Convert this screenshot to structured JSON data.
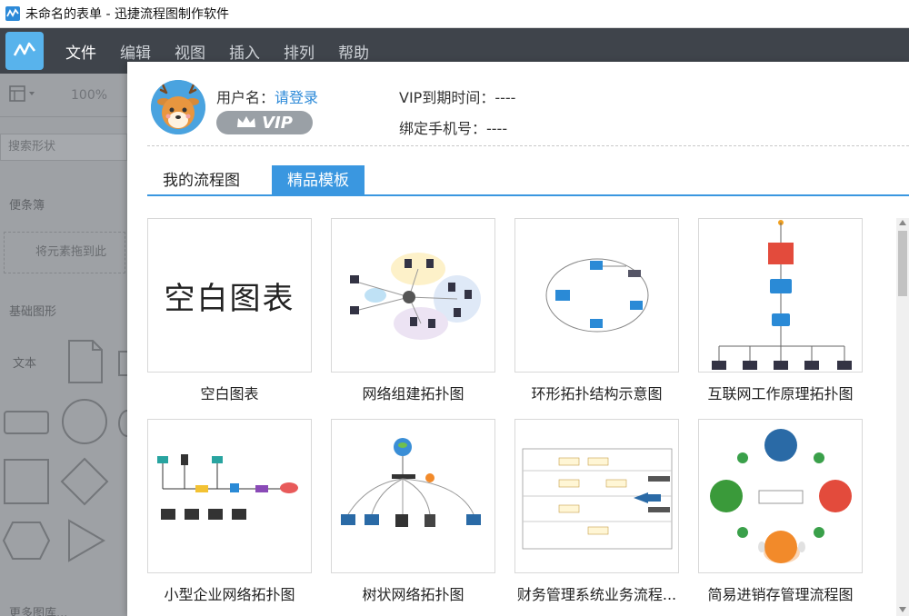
{
  "window": {
    "title": "未命名的表单 - 迅捷流程图制作软件"
  },
  "menubar": {
    "items": [
      "文件",
      "编辑",
      "视图",
      "插入",
      "排列",
      "帮助"
    ]
  },
  "toolbar": {
    "zoom": "100%"
  },
  "left_panel": {
    "search_placeholder": "搜索形状",
    "notes_title": "便条簿",
    "drop_hint": "将元素拖到此",
    "basic_shapes_title": "基础图形",
    "text_shape_label": "文本",
    "more_shapes": "更多图库..."
  },
  "account": {
    "username_label": "用户名：",
    "login_link": "请登录",
    "vip_badge": "VIP",
    "vip_expire": "VIP到期时间：----",
    "phone_bind": "绑定手机号：----"
  },
  "tabs": [
    {
      "label": "我的流程图",
      "active": false
    },
    {
      "label": "精品模板",
      "active": true
    }
  ],
  "templates": [
    {
      "name": "空白图表",
      "thumb_text": "空白图表"
    },
    {
      "name": "网络组建拓扑图"
    },
    {
      "name": "环形拓扑结构示意图"
    },
    {
      "name": "互联网工作原理拓扑图"
    },
    {
      "name": "小型企业网络拓扑图"
    },
    {
      "name": "树状网络拓扑图"
    },
    {
      "name": "财务管理系统业务流程..."
    },
    {
      "name": "简易进销存管理流程图"
    }
  ],
  "colors": {
    "accent": "#3a97e0",
    "link": "#2d8ad8",
    "dim_menu": "#3f444b"
  },
  "icons": {
    "app": "flowchart-app-icon",
    "crown": "crown-icon",
    "avatar": "deer-avatar"
  }
}
